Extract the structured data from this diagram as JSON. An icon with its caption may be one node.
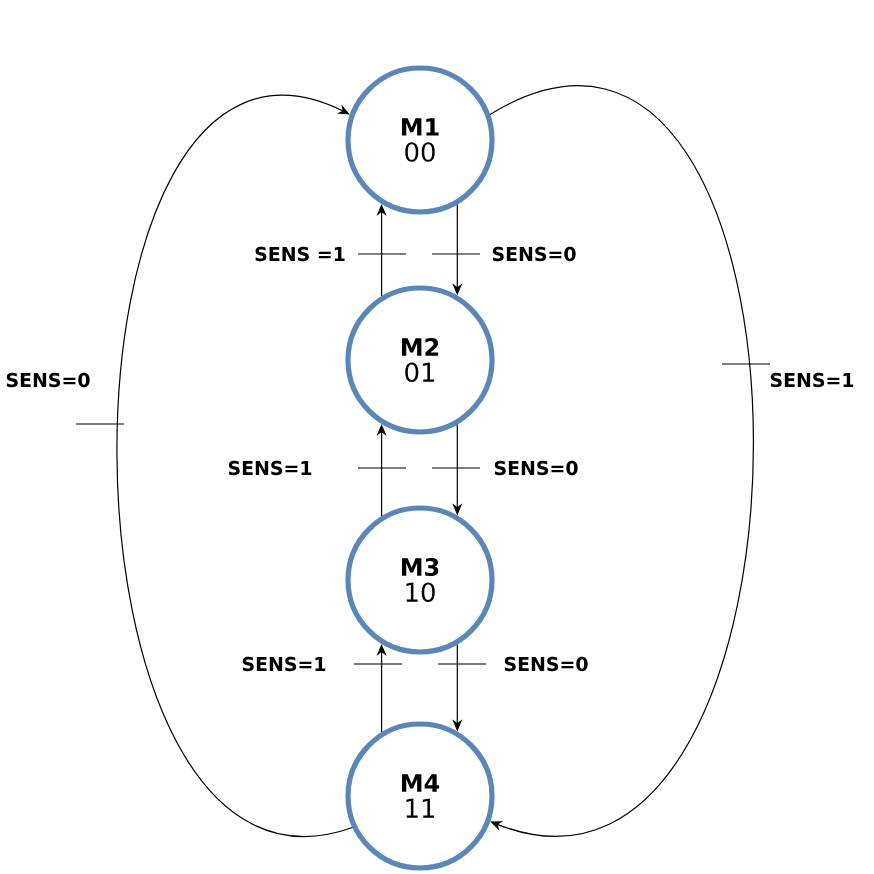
{
  "diagram": {
    "nodes": [
      {
        "text": [
          "M1",
          "00"
        ]
      },
      {
        "text": [
          "M2",
          "01"
        ]
      },
      {
        "text": [
          "M3",
          "10"
        ]
      },
      {
        "text": [
          "M4",
          "11"
        ]
      }
    ],
    "edges": [
      {
        "from": 1,
        "to": 0,
        "arrow": "to",
        "label": "SENS =1"
      },
      {
        "from": 0,
        "to": 1,
        "arrow": "to",
        "label": "SENS=0"
      },
      {
        "from": 2,
        "to": 1,
        "arrow": "to",
        "label": "SENS=1"
      },
      {
        "from": 1,
        "to": 2,
        "arrow": "to",
        "label": "SENS=0"
      },
      {
        "from": 3,
        "to": 2,
        "arrow": "to",
        "label": "SENS=1"
      },
      {
        "from": 2,
        "to": 3,
        "arrow": "to",
        "label": "SENS=0"
      },
      {
        "from": 3,
        "to": 0,
        "arrow": "to",
        "label": "SENS=0"
      },
      {
        "from": 0,
        "to": 3,
        "arrow": "to",
        "label": "SENS=1"
      }
    ]
  }
}
